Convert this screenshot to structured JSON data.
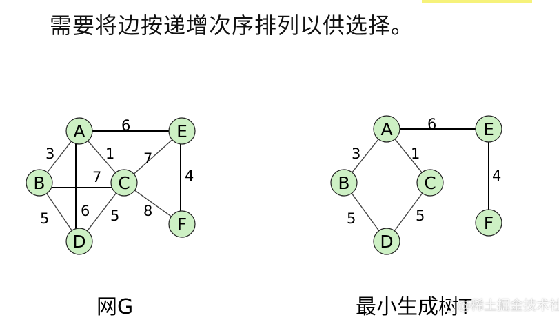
{
  "heading": "需要将边按递增次序排列以供选择。",
  "graph_g": {
    "caption": "网G",
    "nodes": {
      "A": "A",
      "B": "B",
      "C": "C",
      "D": "D",
      "E": "E",
      "F": "F"
    },
    "edges": [
      {
        "from": "A",
        "to": "E",
        "weight": "6"
      },
      {
        "from": "A",
        "to": "B",
        "weight": "3"
      },
      {
        "from": "A",
        "to": "C",
        "weight": "1"
      },
      {
        "from": "A",
        "to": "D",
        "weight": "6"
      },
      {
        "from": "B",
        "to": "C",
        "weight": "7"
      },
      {
        "from": "B",
        "to": "D",
        "weight": "5"
      },
      {
        "from": "C",
        "to": "E",
        "weight": "7"
      },
      {
        "from": "C",
        "to": "D",
        "weight": "5"
      },
      {
        "from": "C",
        "to": "F",
        "weight": "8"
      },
      {
        "from": "E",
        "to": "F",
        "weight": "4"
      }
    ]
  },
  "tree_t": {
    "caption": "最小生成树T",
    "nodes": {
      "A": "A",
      "B": "B",
      "C": "C",
      "D": "D",
      "E": "E",
      "F": "F"
    },
    "edges": [
      {
        "from": "A",
        "to": "E",
        "weight": "6"
      },
      {
        "from": "A",
        "to": "B",
        "weight": "3"
      },
      {
        "from": "A",
        "to": "C",
        "weight": "1"
      },
      {
        "from": "B",
        "to": "D",
        "weight": "5"
      },
      {
        "from": "C",
        "to": "D",
        "weight": "5"
      },
      {
        "from": "E",
        "to": "F",
        "weight": "4"
      }
    ]
  },
  "watermark": "@稀土掘金技术社区",
  "colors": {
    "node_fill": "#cdf0c4",
    "node_stroke": "#222222",
    "edge": "#000000"
  }
}
